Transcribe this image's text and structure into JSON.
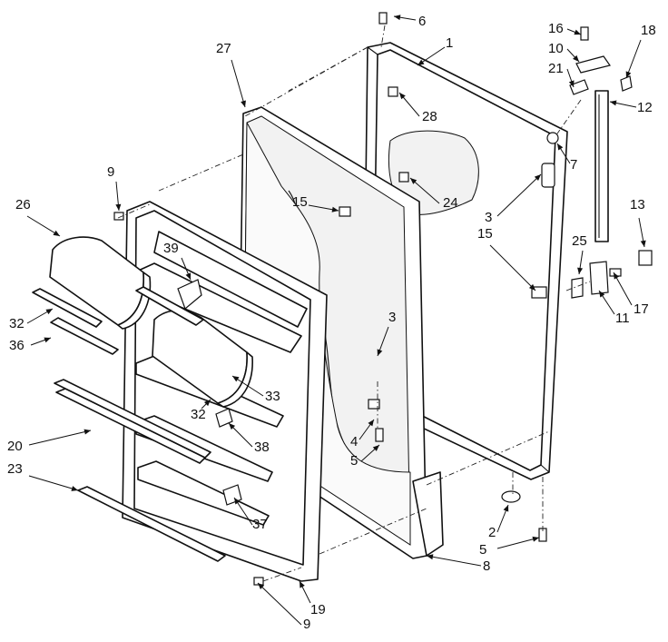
{
  "callouts": [
    {
      "id": "c6",
      "label": "6"
    },
    {
      "id": "c1",
      "label": "1"
    },
    {
      "id": "c16",
      "label": "16"
    },
    {
      "id": "c18",
      "label": "18"
    },
    {
      "id": "c10",
      "label": "10"
    },
    {
      "id": "c21",
      "label": "21"
    },
    {
      "id": "c12",
      "label": "12"
    },
    {
      "id": "c27",
      "label": "27"
    },
    {
      "id": "c28",
      "label": "28"
    },
    {
      "id": "c7",
      "label": "7"
    },
    {
      "id": "c24",
      "label": "24"
    },
    {
      "id": "c9a",
      "label": "9"
    },
    {
      "id": "c15a",
      "label": "15"
    },
    {
      "id": "c3a",
      "label": "3"
    },
    {
      "id": "c15b",
      "label": "15"
    },
    {
      "id": "c13",
      "label": "13"
    },
    {
      "id": "c25",
      "label": "25"
    },
    {
      "id": "c26",
      "label": "26"
    },
    {
      "id": "c39",
      "label": "39"
    },
    {
      "id": "c17",
      "label": "17"
    },
    {
      "id": "c11",
      "label": "11"
    },
    {
      "id": "c32a",
      "label": "32"
    },
    {
      "id": "c36",
      "label": "36"
    },
    {
      "id": "c3b",
      "label": "3"
    },
    {
      "id": "c33",
      "label": "33"
    },
    {
      "id": "c32b",
      "label": "32"
    },
    {
      "id": "c38",
      "label": "38"
    },
    {
      "id": "c4",
      "label": "4"
    },
    {
      "id": "c20",
      "label": "20"
    },
    {
      "id": "c5a",
      "label": "5"
    },
    {
      "id": "c23",
      "label": "23"
    },
    {
      "id": "c37",
      "label": "37"
    },
    {
      "id": "c2",
      "label": "2"
    },
    {
      "id": "c5b",
      "label": "5"
    },
    {
      "id": "c8",
      "label": "8"
    },
    {
      "id": "c19",
      "label": "19"
    },
    {
      "id": "c9b",
      "label": "9"
    }
  ]
}
